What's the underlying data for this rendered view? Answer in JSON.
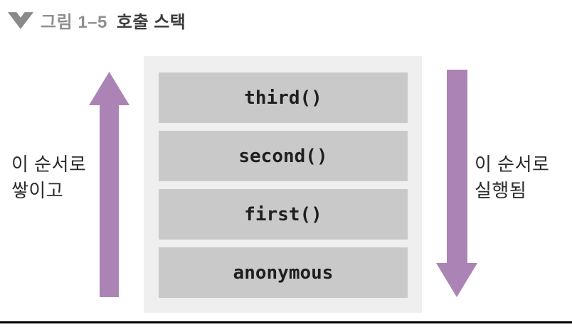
{
  "figure": {
    "caption": {
      "icon": "chevron-down-icon",
      "number": "그림 1–5",
      "title": "호출 스택"
    }
  },
  "diagram": {
    "stack_frames": [
      "third()",
      "second()",
      "first()",
      "anonymous"
    ],
    "left_annotation": {
      "direction": "up",
      "line1": "이 순서로",
      "line2": "쌓이고"
    },
    "right_annotation": {
      "direction": "down",
      "line1": "이 순서로",
      "line2": "실행됨"
    },
    "colors": {
      "arrow": "#ab84b5",
      "frame_bg": "#c9c9c9",
      "panel_bg": "#efefef",
      "caption_icon": "#8a8a8a",
      "caption_number": "#8f8f8f",
      "caption_title": "#3d3d3d"
    }
  }
}
